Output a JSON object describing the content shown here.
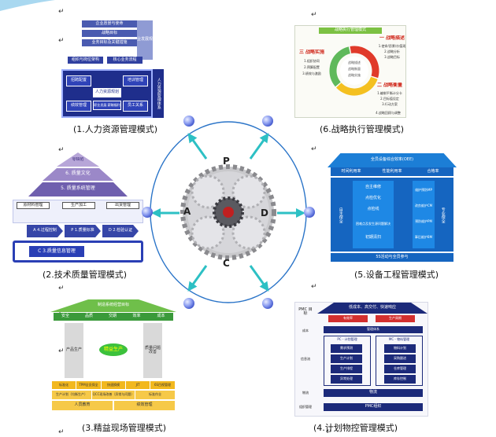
{
  "paragraph_mark": "↵",
  "captions": {
    "hr": "(1.人力资源管理模式)",
    "strategy": "(6.战略执行管理模式)",
    "quality": "(2.技术质量管理模式)",
    "equipment": "(5.设备工程管理模式)",
    "lean": "(3.精益现场管理模式)",
    "pmc": "(4.计划物控管理模式)"
  },
  "hub": {
    "letters": [
      "P",
      "D",
      "C",
      "A"
    ]
  },
  "hr": {
    "row1": "企业愿景与使命",
    "row2": "战略目标",
    "row3": "业务目标及关键措施",
    "left": "组织与岗位架构",
    "right": "核心业务流程",
    "side": "职业发展规划",
    "grid": [
      "招聘配置",
      "培训管理",
      "人力资源规划",
      "绩效管理",
      "职业发展 薪酬福利",
      "员工关系"
    ],
    "vert": "人力资源管理体系"
  },
  "strategy": {
    "header": "战略执行管理模式",
    "s1_title": "一 战略描述",
    "s2_title": "二 战略衡量",
    "s3_title": "三 战略实施",
    "s1_items": [
      "1.使命/愿景/价值观",
      "2.战略分析",
      "3.战略目标"
    ],
    "s2_items": [
      "1.编制平衡计分卡",
      "2.目标值设定",
      "3.行动方案"
    ],
    "s3_items": [
      "1.组织协同",
      "2.预算配置",
      "3.绩效与激励"
    ],
    "review": "4.战略回顾与调整",
    "ring": [
      "战略描述",
      "战略衡量",
      "战略实施"
    ]
  },
  "quality": {
    "top": "零缺陷",
    "l2": "6. 质量文化",
    "l3": "5. 质量系统管理",
    "flow": [
      "原材料管理",
      "生产加工",
      "出货管理"
    ],
    "arrows": [
      "A 4.过程控制",
      "P 1.质量标准",
      "D 2.检验认证"
    ],
    "bottom": "C 3.质量信息管理"
  },
  "equipment": {
    "roof": "全员设备综合效率(OEE)",
    "heads": [
      "时间利用率",
      "性能利用率",
      "合格率"
    ],
    "center": [
      "自主维修",
      "点检优化",
      "点检线",
      "困难点及发生源问题解决",
      "初期清扫"
    ],
    "right": [
      "维护预防MP",
      "改良维护CM",
      "预防维护PM",
      "事后维护BM"
    ],
    "left_col": "自主保全",
    "right_col": "专业保全",
    "base": "5S活动与全员参与"
  },
  "lean": {
    "roof": "制造系统经营目标",
    "goals": [
      "安全",
      "品质",
      "交期",
      "效率",
      "成本"
    ],
    "left_pillar": "产品生产",
    "right_pillar": "质量问题改善",
    "badge": "精益生产",
    "row1": [
      "标准化",
      "TPM全员保全",
      "快速换模",
      "JIT",
      "6S目视管理"
    ],
    "row2": [
      "生产计划（均衡生产）",
      "QCC现场改善（异常与问题）",
      "标准作业"
    ],
    "row3": [
      "人员教育",
      "绩效管理"
    ]
  },
  "pmc": {
    "left_top": "PMC 目标",
    "top_title": "低成本、高交付、快速响应",
    "goals": [
      "有效率",
      "生产周期"
    ],
    "left_labels": [
      "成本",
      "信息流",
      "物流",
      "组织管理"
    ],
    "band": "管理体系",
    "col1_title": "PC - 计划管理",
    "col2_title": "MC - 物料管理",
    "col1": [
      "需求预测",
      "生产计划",
      "生产排程",
      "异常处理"
    ],
    "col2": [
      "物料计划",
      "采购跟进",
      "仓库管理",
      "库存控制"
    ],
    "flow": "物流",
    "org": "PMC组织"
  },
  "colors": {
    "navy": "#1f2e8c",
    "blue": "#2a6fc0",
    "teal": "#2dc0c4",
    "gold": "#f0c020",
    "green": "#5fb95b"
  }
}
